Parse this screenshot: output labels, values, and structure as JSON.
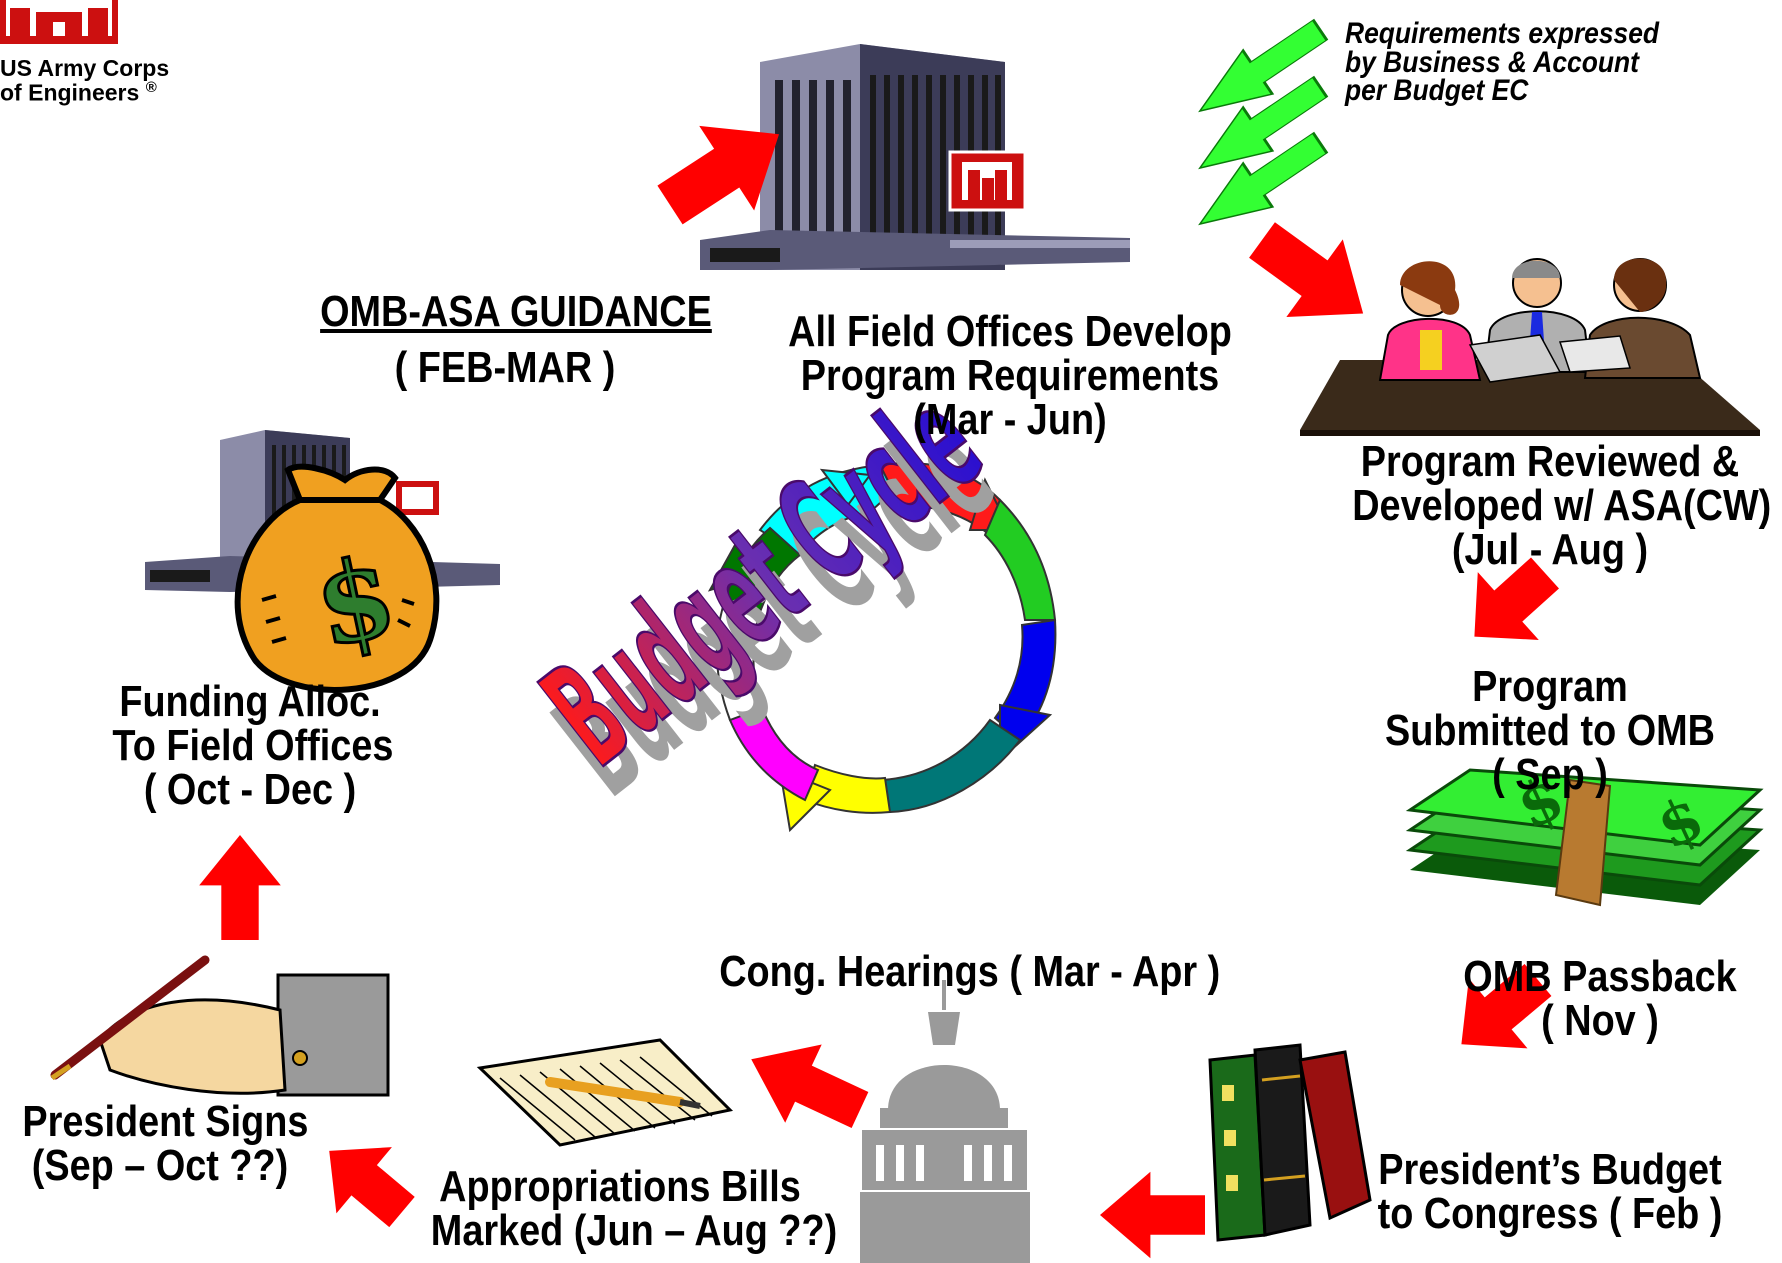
{
  "logo": {
    "line1": "US Army Corps",
    "line2": "of Engineers",
    "mark": "®",
    "icon": "castle-icon"
  },
  "title_art": {
    "text": "Budget Cycle",
    "colors": [
      "#ff1a1a",
      "#6a2fb0",
      "#2a0fd0"
    ]
  },
  "cycle_arrow_colors": [
    "#ff1a1a",
    "#22cc22",
    "#0000ee",
    "#007777",
    "#ffff00",
    "#ff00ff",
    "#ffffff",
    "#00ffff",
    "#007700"
  ],
  "arrow_colors": {
    "red": "#ff0000",
    "green": "#33ff33"
  },
  "notes": {
    "requirements": [
      "Requirements expressed",
      "by Business & Account",
      "per Budget EC"
    ]
  },
  "stages": {
    "guidance": {
      "title": "OMB-ASA GUIDANCE",
      "dates": "( FEB-MAR )"
    },
    "field_offices": {
      "lines": [
        "All Field Offices Develop",
        "Program Requirements",
        "(Mar - Jun)"
      ]
    },
    "reviewed": {
      "lines": [
        "Program Reviewed &",
        "Developed w/ ASA(CW)",
        "(Jul - Aug )"
      ]
    },
    "submitted": {
      "lines": [
        "Program",
        "Submitted to OMB",
        "( Sep )"
      ]
    },
    "passback": {
      "lines": [
        "OMB Passback",
        "( Nov )"
      ]
    },
    "presidents_budget": {
      "lines": [
        "President’s Budget",
        "to Congress ( Feb )"
      ]
    },
    "hearings": {
      "lines": [
        "Cong. Hearings ( Mar - Apr )"
      ]
    },
    "appropriations": {
      "lines": [
        "Appropriations Bills",
        "Marked (Jun – Aug ??)"
      ]
    },
    "signs": {
      "lines": [
        "President Signs",
        "(Sep – Oct ??)"
      ]
    },
    "funding": {
      "lines": [
        "Funding Alloc.",
        "To Field Offices",
        "( Oct - Dec )"
      ]
    }
  },
  "icons": [
    "building-icon",
    "meeting-icon",
    "money-stack-icon",
    "books-icon",
    "capitol-icon",
    "notepad-icon",
    "signing-hand-icon",
    "money-bag-icon",
    "dollar-sign-icon"
  ]
}
